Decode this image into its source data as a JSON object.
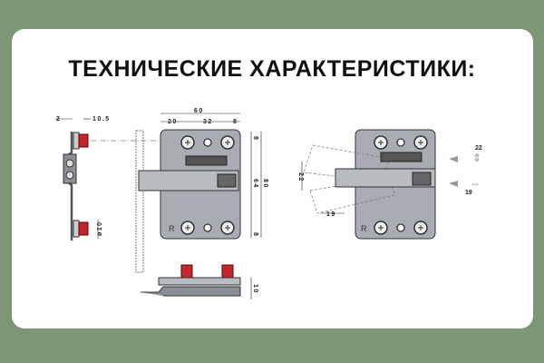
{
  "title": "ТЕХНИЧЕСКИЕ ХАРАКТЕРИСТИКИ:",
  "side_view": {
    "dim_top_left": "2",
    "dim_top_right": "10.5",
    "dim_diameter": "ø10"
  },
  "front_view": {
    "dim_width": "60",
    "dim_left": "20",
    "dim_middle": "32",
    "dim_right": "8",
    "dim_top": "8",
    "dim_center": "64",
    "dim_total": "80",
    "dim_bottom": "8",
    "marker": "R"
  },
  "bottom_view": {
    "dim_height": "10"
  },
  "adjust_view": {
    "dim_vertical": "22",
    "dim_horizontal": "19",
    "adjust_up_label": "22",
    "adjust_side_label": "19",
    "marker": "R"
  },
  "colors": {
    "background": "#7d9676",
    "plate": "#a9adb3",
    "thread": "#c0282d"
  }
}
